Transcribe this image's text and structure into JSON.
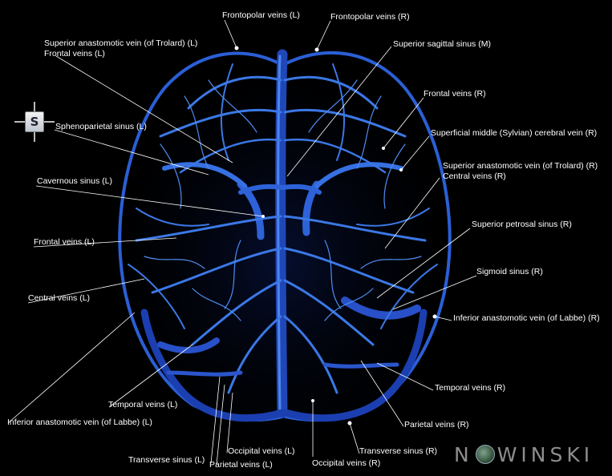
{
  "colors": {
    "background": "#000000",
    "vein": "#2f6de0",
    "vein_bright": "#5aa0ff",
    "label_text": "#ffffff",
    "leader_line": "#ffffff"
  },
  "orientation_cube": {
    "letter": "S"
  },
  "labels": {
    "frontopolar_l": "Frontopolar veins (L)",
    "frontopolar_r": "Frontopolar veins (R)",
    "sup_anastomotic_l": "Superior anastomotic vein (of Trolard) (L)",
    "frontal_veins_l_top": "Frontal veins (L)",
    "superior_sagittal_sinus": "Superior sagittal sinus (M)",
    "frontal_veins_r": "Frontal veins (R)",
    "sphenoparietal_sinus_l": "Sphenoparietal sinus (L)",
    "superficial_middle_cerebral_r": "Superficial middle (Sylvian) cerebral vein (R)",
    "sup_anastomotic_r": "Superior anastomotic vein (of Trolard) (R)",
    "central_veins_r": "Central veins (R)",
    "cavernous_sinus_l": "Cavernous sinus (L)",
    "superior_petrosal_sinus_r": "Superior petrosal sinus (R)",
    "frontal_veins_l": "Frontal veins (L)",
    "sigmoid_sinus_r": "Sigmoid sinus (R)",
    "central_veins_l": "Central veins (L)",
    "inf_anastomotic_r": "Inferior anastomotic vein (of Labbe) (R)",
    "temporal_veins_r": "Temporal veins (R)",
    "temporal_veins_l": "Temporal veins (L)",
    "inf_anastomotic_l": "Inferior anastomotic vein (of Labbe) (L)",
    "parietal_veins_r": "Parietal veins (R)",
    "transverse_sinus_r": "Transverse sinus (R)",
    "occipital_veins_l": "Occipital veins (L)",
    "transverse_sinus_l": "Transverse sinus (L)",
    "parietal_veins_l": "Parietal veins (L)",
    "occipital_veins_r": "Occipital veins (R)"
  },
  "logo": {
    "text_left": "N",
    "text_right": "WINSKI"
  }
}
